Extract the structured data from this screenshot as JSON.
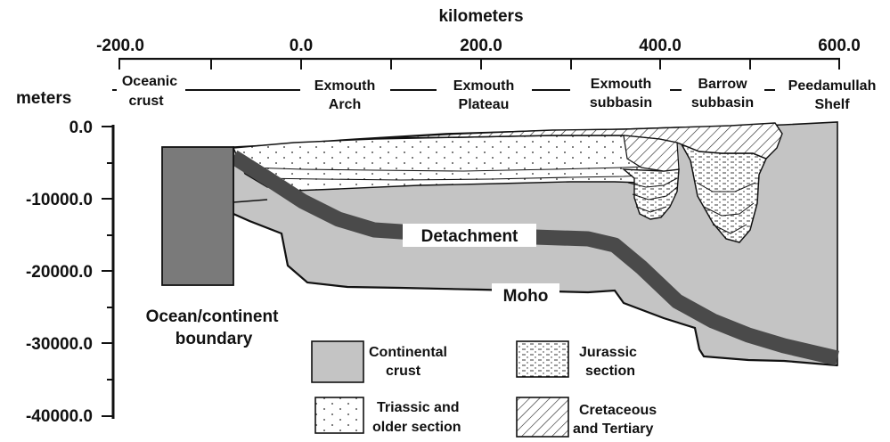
{
  "top_axis": {
    "title": "kilometers",
    "ticks": [
      "-200.0",
      "0.0",
      "200.0",
      "400.0",
      "600.0"
    ]
  },
  "left_axis": {
    "title": "meters",
    "ticks": [
      "0.0",
      "-10000.0",
      "-20000.0",
      "-30000.0",
      "-40000.0"
    ]
  },
  "regions": [
    {
      "line1": "Oceanic",
      "line2": "crust"
    },
    {
      "line1": "Exmouth",
      "line2": "Arch"
    },
    {
      "line1": "Exmouth",
      "line2": "Plateau"
    },
    {
      "line1": "Exmouth",
      "line2": "subbasin"
    },
    {
      "line1": "Barrow",
      "line2": "subbasin"
    },
    {
      "line1": "Peedamullah",
      "line2": "Shelf"
    }
  ],
  "features": {
    "detachment": "Detachment",
    "moho": "Moho",
    "boundary_line1": "Ocean/continent",
    "boundary_line2": "boundary"
  },
  "legend": [
    {
      "line1": "Continental",
      "line2": "crust",
      "pattern": "solid-gray"
    },
    {
      "line1": "Jurassic",
      "line2": "section",
      "pattern": "stipple-dashes"
    },
    {
      "line1": "Triassic and",
      "line2": "older section",
      "pattern": "sparse-dots"
    },
    {
      "line1": "Cretaceous",
      "line2": "and Tertiary",
      "pattern": "diagonal-hatch"
    }
  ],
  "colors": {
    "continental_crust": "#c4c4c4",
    "boundary_block": "#7a7a7a",
    "detachment": "#4a4a4a",
    "ink": "#111111"
  }
}
